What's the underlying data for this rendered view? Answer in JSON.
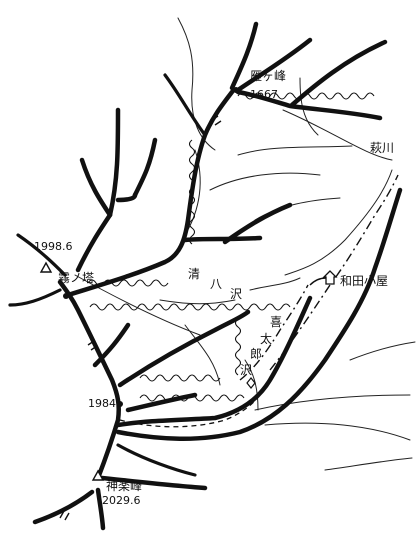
{
  "labels": {
    "gangamine": "雁ヶ峰",
    "gangamine_elev": "1667",
    "hagawa": "萩川",
    "elev_1998": "1998.6",
    "kirinoto": "霧ノ塔",
    "wada_hut": "和田小屋",
    "seihachizawa": [
      "清",
      "八",
      "沢"
    ],
    "kitarozawa": [
      "喜",
      "太",
      "郎",
      "沢"
    ],
    "elev_1984": "1984",
    "kaguramine": "神楽峰",
    "elev_2029": "2029.6"
  },
  "symbols": {
    "triangulation_point": "triangle",
    "hut": "house-symbol"
  }
}
